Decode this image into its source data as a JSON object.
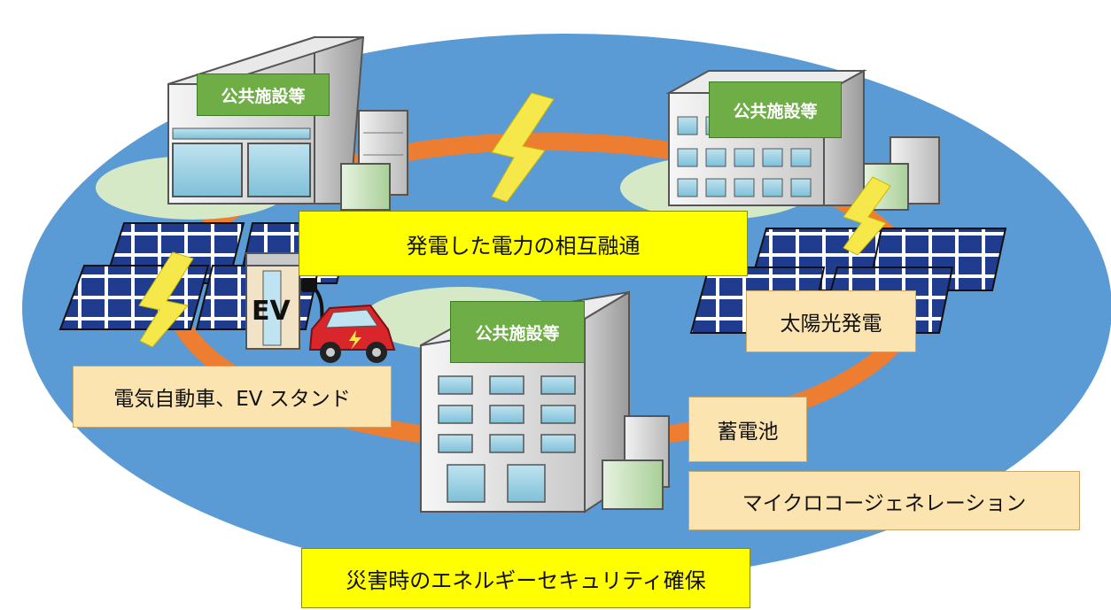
{
  "colors": {
    "ellipse": "#5b9bd5",
    "ring": "#ed7d31",
    "pad": "#d6e9c6",
    "label_green": "#6fad47",
    "label_tan": "#fce4b0",
    "label_yellow": "#ffff00",
    "bolt": "#f6e84a",
    "solar_cell": "#1f3c8e",
    "car": "#d9262a"
  },
  "labels": {
    "facility_a": "公共施設等",
    "facility_b": "公共施設等",
    "facility_c": "公共施設等",
    "power_sharing": "発電した電力の相互融通",
    "solar": "太陽光発電",
    "ev_station": "電気自動車、EV スタンド",
    "battery": "蓄電池",
    "cogen": "マイクロコージェネレーション",
    "security": "災害時のエネルギーセキュリティ確保",
    "ev_mark": "EV"
  }
}
